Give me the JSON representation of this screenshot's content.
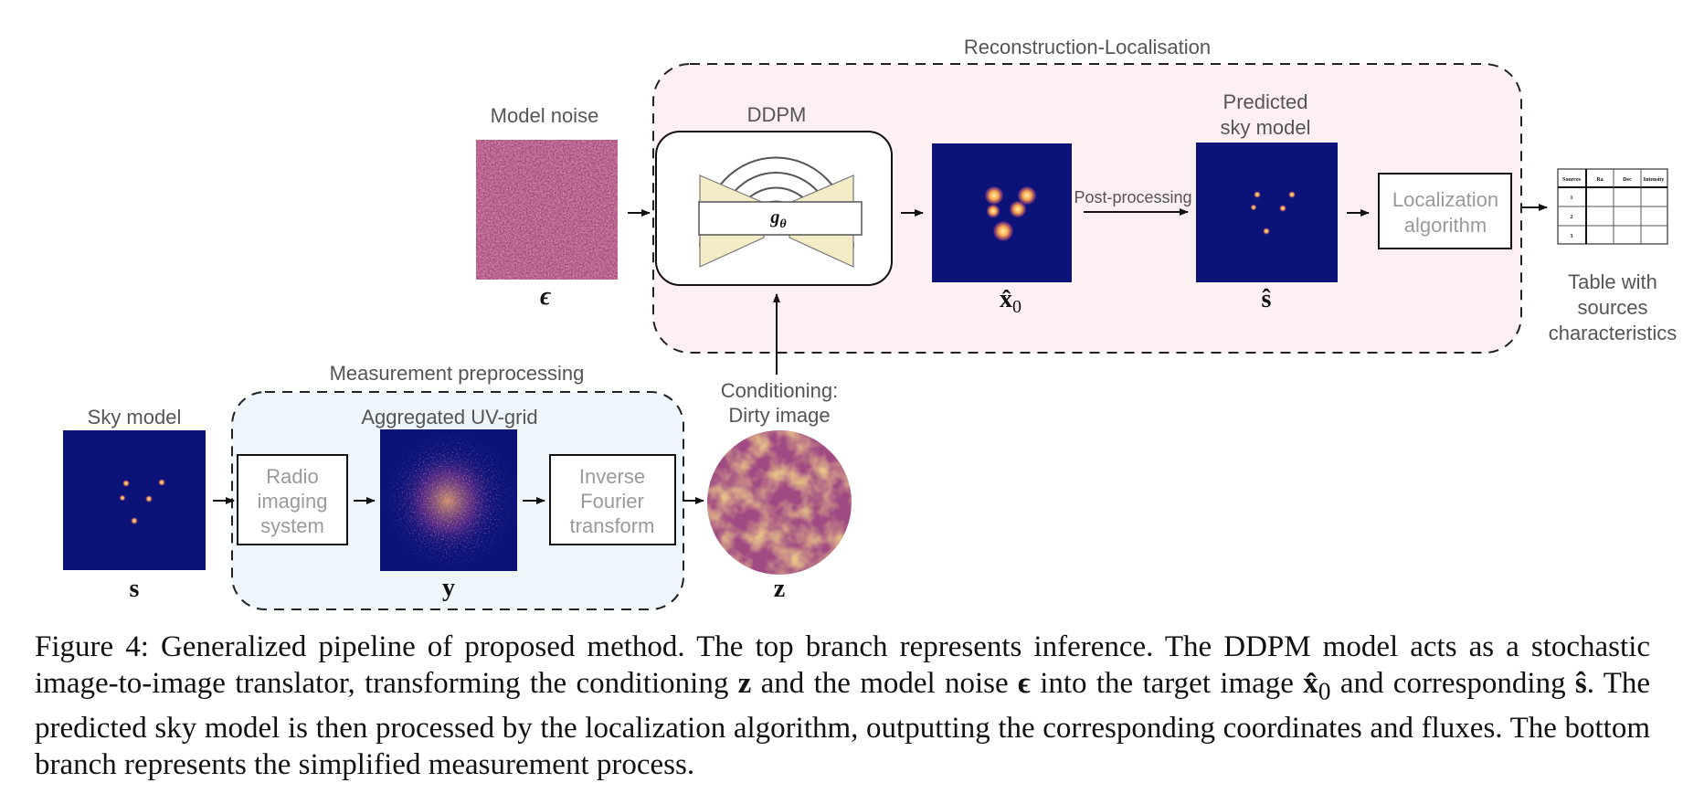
{
  "diagram": {
    "reconstruction_group_label": "Reconstruction-Localisation",
    "measurement_group_label": "Measurement preprocessing",
    "model_noise_label": "Model noise",
    "model_noise_symbol": "ϵ",
    "ddpm_label": "DDPM",
    "network_symbol": "g",
    "network_subscript": "θ",
    "x0_symbol": "x̂",
    "x0_subscript": "0",
    "postprocessing_label": "Post-processing",
    "predicted_label_line1": "Predicted",
    "predicted_label_line2": "sky model",
    "s_hat_symbol": "ŝ",
    "localization_line1": "Localization",
    "localization_line2": "algorithm",
    "table_label_line1": "Table with",
    "table_label_line2": "sources",
    "table_label_line3": "characteristics",
    "table_headers": [
      "Sources",
      "Ra",
      "Dec",
      "Intensity"
    ],
    "table_rows": [
      "1",
      "2",
      "3"
    ],
    "sky_model_label": "Sky model",
    "s_symbol": "s",
    "radio_line1": "Radio",
    "radio_line2": "imaging",
    "radio_line3": "system",
    "uv_grid_label": "Aggregated UV-grid",
    "y_symbol": "y",
    "ift_line1": "Inverse",
    "ift_line2": "Fourier",
    "ift_line3": "transform",
    "conditioning_line1": "Conditioning:",
    "conditioning_line2": "Dirty image",
    "z_symbol": "z"
  },
  "colors": {
    "navy_background": "#0b1278",
    "noise_base": "#a3457a",
    "reconstruction_fill": "#fdf0f3",
    "measurement_fill": "#eef6fc",
    "unet_fill": "#f4ebc7"
  },
  "caption": {
    "figure_label": "Figure 4:",
    "part1": " Generalized pipeline of proposed method. The top branch represents inference. The DDPM model acts as a stochastic image-to-image translator, transforming the conditioning ",
    "z": "z",
    "part2": " and the model noise ",
    "eps": "ϵ",
    "part3": " into the target image ",
    "x0": "x̂",
    "x0_sub": "0",
    "part4": " and corresponding ",
    "s_hat": "ŝ",
    "part5": ". The predicted sky model is then processed by the localization algorithm, outputting the corresponding coordinates and fluxes. The bottom branch represents the simplified measurement process."
  }
}
